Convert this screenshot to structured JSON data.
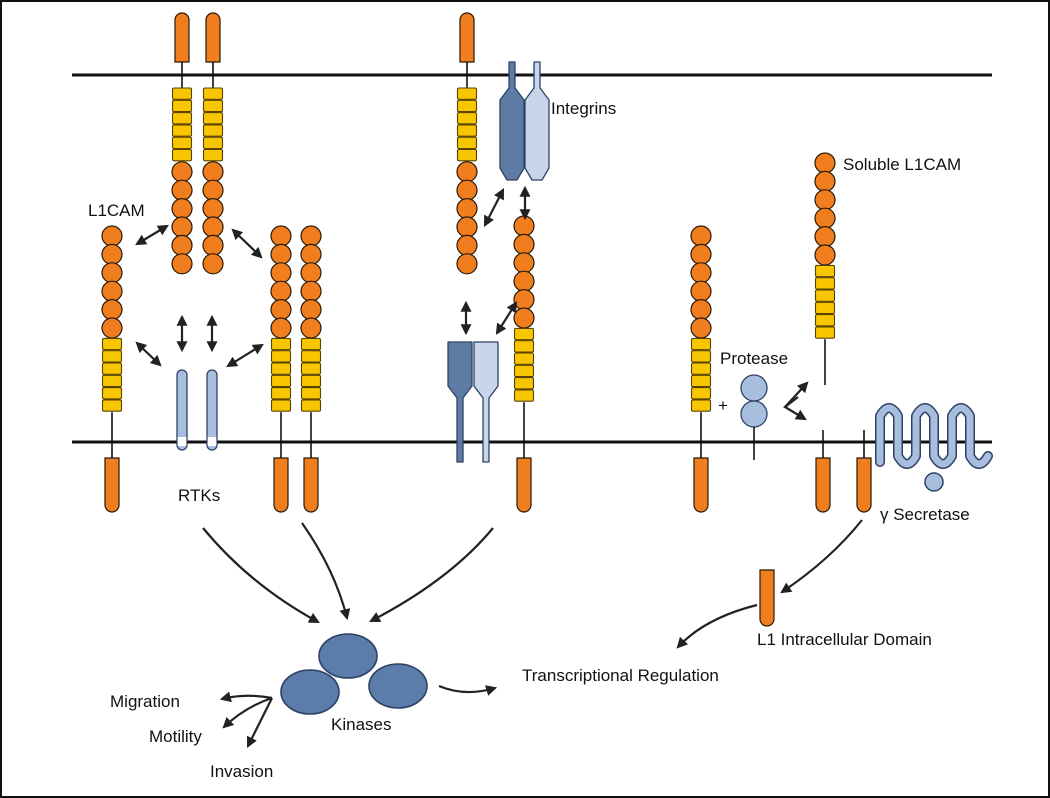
{
  "labels": {
    "l1cam": "L1CAM",
    "rtks": "RTKs",
    "integrins": "Integrins",
    "soluble_l1cam": "Soluble L1CAM",
    "protease": "Protease",
    "plus": "+",
    "gamma_secretase": "γ Secretase",
    "l1_intracellular_domain": "L1 Intracellular Domain",
    "transcriptional_regulation": "Transcriptional Regulation",
    "kinases": "Kinases",
    "migration": "Migration",
    "motility": "Motility",
    "invasion": "Invasion"
  },
  "colors": {
    "orange": "#F07E1F",
    "orange_stroke": "#2a1a08",
    "yellow": "#F7C600",
    "yellow_stroke": "#5a4300",
    "blue_dark": "#5E7BA3",
    "blue_light": "#C9D6EA",
    "blue_mid": "#A8BEDF",
    "blue_stroke": "#2E4266",
    "kinase": "#5C7CAA",
    "line": "#111111"
  }
}
